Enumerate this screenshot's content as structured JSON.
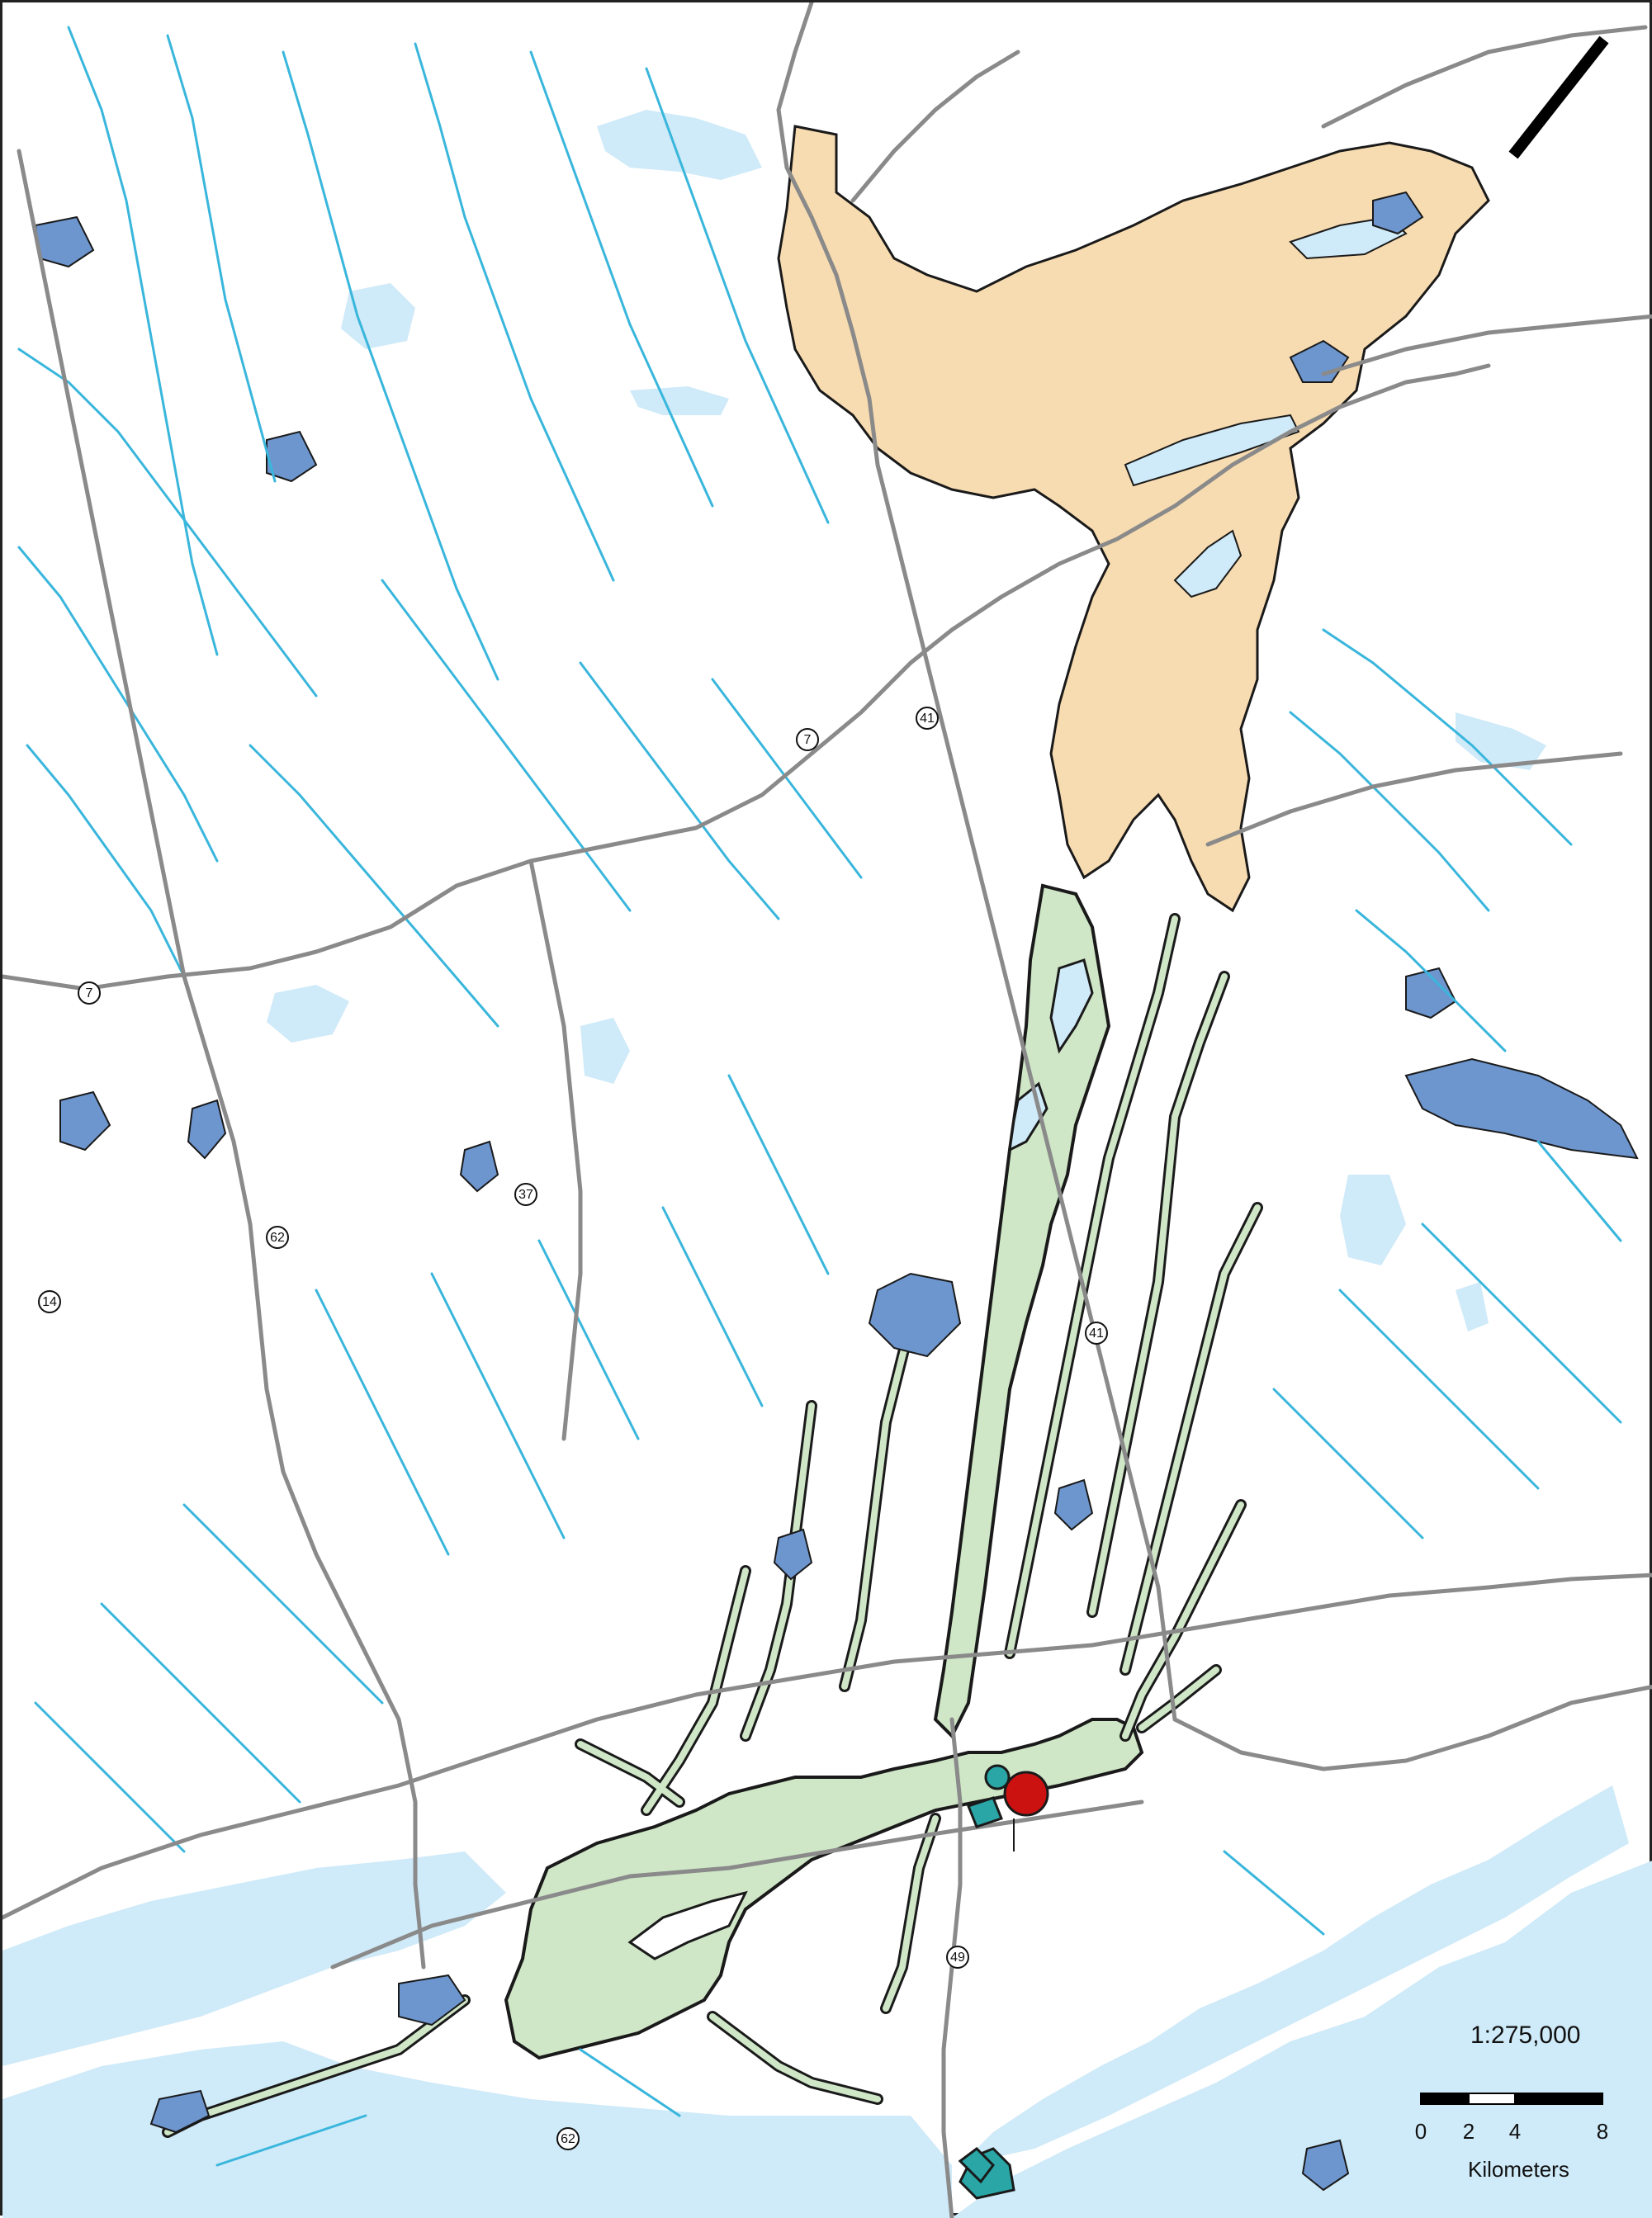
{
  "map": {
    "colors": {
      "background": "#ffffff",
      "stream": "#39b6dc",
      "lake_large": "#cfeaf8",
      "wetland": "#6d96cf",
      "outline": "#1a1a1a",
      "tan_unit": "#f8dcb1",
      "green_unit": "#cfe6c7",
      "road": "#8a8a8a",
      "teal_marker": "#2aa6a6",
      "red_marker": "#cc1111"
    },
    "route_shields": [
      {
        "id": "r7a",
        "label": "7"
      },
      {
        "id": "r7b",
        "label": "7"
      },
      {
        "id": "r41a",
        "label": "41"
      },
      {
        "id": "r41b",
        "label": "41"
      },
      {
        "id": "r37",
        "label": "37"
      },
      {
        "id": "r62a",
        "label": "62"
      },
      {
        "id": "r14",
        "label": "14"
      },
      {
        "id": "r49",
        "label": "49"
      },
      {
        "id": "r62b",
        "label": "62"
      }
    ]
  },
  "scale": {
    "ratio_label": "1:275,000",
    "ticks": [
      "0",
      "2",
      "4",
      "8"
    ],
    "units": "Kilometers"
  }
}
